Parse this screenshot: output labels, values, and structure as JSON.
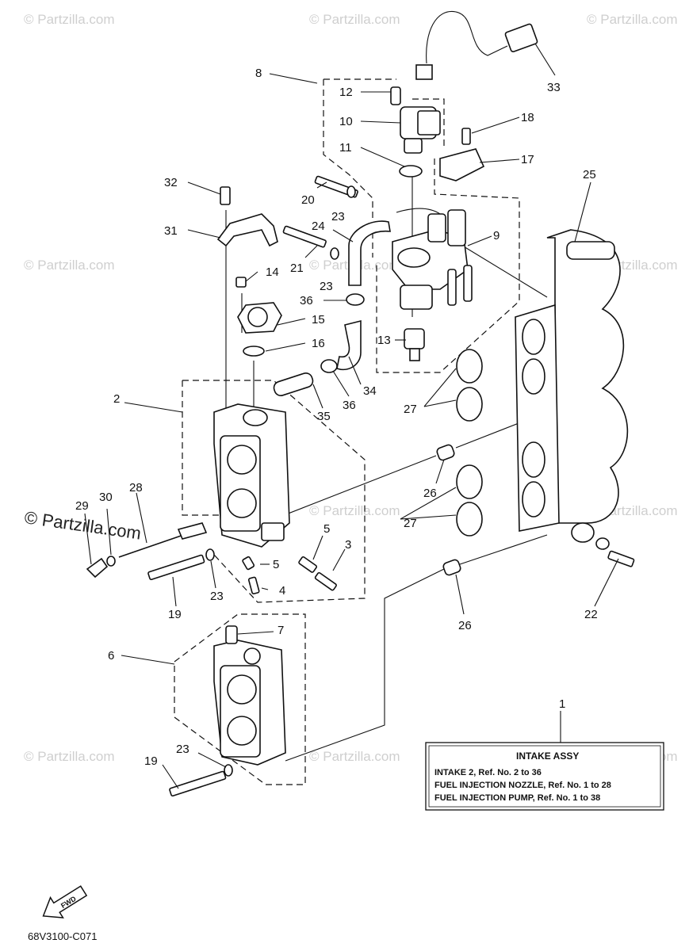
{
  "watermark": {
    "text": "© Partzilla.com",
    "large_text": "© Partzilla.com"
  },
  "callouts": [
    "1",
    "2",
    "3",
    "4",
    "5",
    "5",
    "6",
    "7",
    "8",
    "9",
    "10",
    "11",
    "12",
    "13",
    "14",
    "15",
    "16",
    "17",
    "18",
    "19",
    "19",
    "20",
    "21",
    "22",
    "23",
    "23",
    "23",
    "23",
    "24",
    "25",
    "26",
    "26",
    "27",
    "27",
    "28",
    "29",
    "30",
    "31",
    "32",
    "33",
    "34",
    "35",
    "36",
    "36"
  ],
  "info_box": {
    "title": "INTAKE ASSY",
    "line1": "INTAKE 2,  Ref. No. 2 to 36",
    "line2": "FUEL INJECTION NOZZLE,  Ref. No. 1 to 28",
    "line3": "FUEL INJECTION PUMP,  Ref. No. 1 to 38"
  },
  "fwd_label": "FWD",
  "diagram_code": "68V3100-C071"
}
